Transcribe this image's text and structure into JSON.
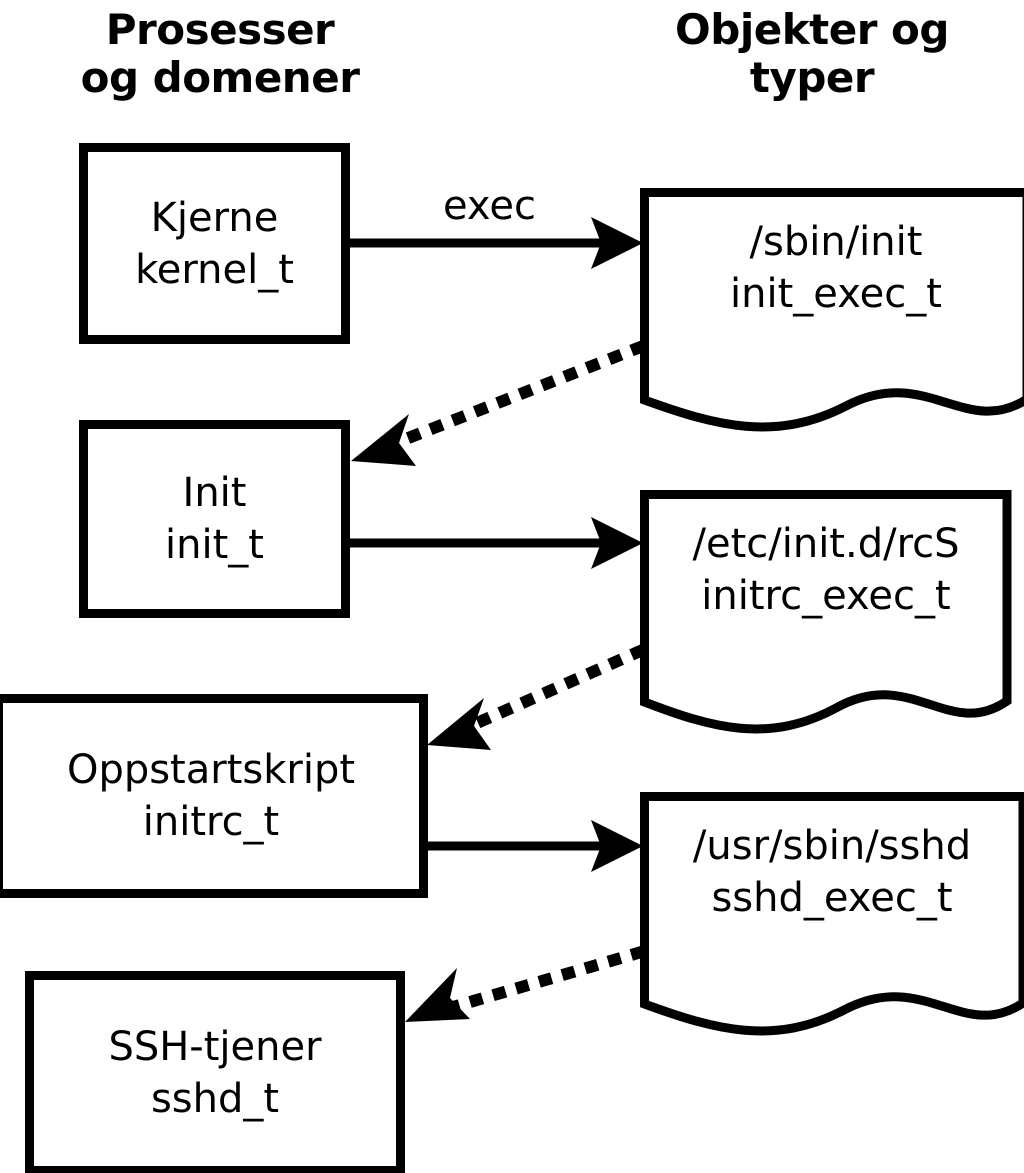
{
  "diagram": {
    "title_left": "Prosesser\nog domener",
    "title_right": "Objekter og\ntyper",
    "accent_color": "#000000",
    "background_color": "#ffffff"
  },
  "columns": {
    "left_header": "Prosesser og domener",
    "right_header": "Objekter og typer"
  },
  "processes": [
    {
      "id": "kernel",
      "name": "Kjerne",
      "type": "kernel_t"
    },
    {
      "id": "init",
      "name": "Init",
      "type": "init_t"
    },
    {
      "id": "initrc",
      "name": "Oppstartskript",
      "type": "initrc_t"
    },
    {
      "id": "sshd",
      "name": "SSH-tjener",
      "type": "sshd_t"
    }
  ],
  "objects": [
    {
      "id": "init-exec",
      "path": "/sbin/init",
      "type": "init_exec_t"
    },
    {
      "id": "initrc-exec",
      "path": "/etc/init.d/rcS",
      "type": "initrc_exec_t"
    },
    {
      "id": "sshd-exec",
      "path": "/usr/sbin/sshd",
      "type": "sshd_exec_t"
    }
  ],
  "edges": [
    {
      "id": "kernel-exec-init",
      "from": "kernel",
      "to": "init-exec",
      "label": "exec",
      "style": "solid"
    },
    {
      "id": "init-exec-to-init",
      "from": "init-exec",
      "to": "init",
      "label": "",
      "style": "dotted"
    },
    {
      "id": "init-exec-initrc",
      "from": "init",
      "to": "initrc-exec",
      "label": "",
      "style": "solid"
    },
    {
      "id": "initrc-exec-to-initrc",
      "from": "initrc-exec",
      "to": "initrc",
      "label": "",
      "style": "dotted"
    },
    {
      "id": "initrc-exec-sshd",
      "from": "initrc",
      "to": "sshd-exec",
      "label": "",
      "style": "solid"
    },
    {
      "id": "sshd-exec-to-sshd",
      "from": "sshd-exec",
      "to": "sshd",
      "label": "",
      "style": "dotted"
    }
  ],
  "labels": {
    "exec": "exec"
  }
}
